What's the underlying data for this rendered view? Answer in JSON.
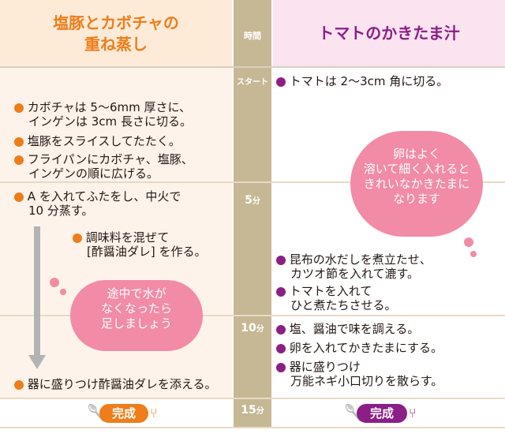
{
  "header": {
    "left_title_line1": "塩豚とカボチャの",
    "left_title_line2": "重ね蒸し",
    "mid_label": "時間",
    "right_title": "トマトのかきたま汁"
  },
  "times": {
    "start": "スタート",
    "t5": "5",
    "t10": "10",
    "t15": "15",
    "unit": "分"
  },
  "left": {
    "block1": [
      {
        "line1": "カボチャは 5〜6mm 厚さに、",
        "line2": "インゲンは 3cm 長さに切る。"
      },
      {
        "line1": "塩豚をスライスしてたたく。",
        "line2": ""
      },
      {
        "line1": "フライパンにカボチャ、塩豚、",
        "line2": "インゲンの順に広げる。"
      }
    ],
    "block2_item": {
      "line1": "A を入れてふたをし、中火で",
      "line2": "10 分蒸す。"
    },
    "sub_item": {
      "line1": "調味料を混ぜて",
      "line2": "[酢醤油ダレ] を作る。"
    },
    "cloud": {
      "line1": "途中で水が",
      "line2": "なくなったら",
      "line3": "足しましょう"
    },
    "final_item": "器に盛りつけ酢醤油ダレを添える。",
    "done": "完成"
  },
  "right": {
    "item_tomato": "トマトは 2〜3cm 角に切る。",
    "cloud": {
      "line1": "卵はよく",
      "line2": "溶いて細く入れると",
      "line3": "きれいなかきたまに",
      "line4": "なります"
    },
    "item_dashi": {
      "line1": "昆布の水だしを煮立たせ、",
      "line2": "カツオ節を入れて漉す。"
    },
    "item_tomato2": {
      "line1": "トマトを入れて",
      "line2": "ひと煮たちさせる。"
    },
    "item_salt": "塩、醤油で味を調える。",
    "item_egg": "卵を入れてかきたまにする。",
    "item_serve": {
      "line1": "器に盛りつけ",
      "line2": "万能ネギ小口切りを散らす。"
    },
    "done": "完成"
  },
  "colors": {
    "orange": "#ee7d1a",
    "purple": "#8b1f86",
    "time_column": "#c6b895",
    "pink_cloud": "#f28ba6"
  }
}
